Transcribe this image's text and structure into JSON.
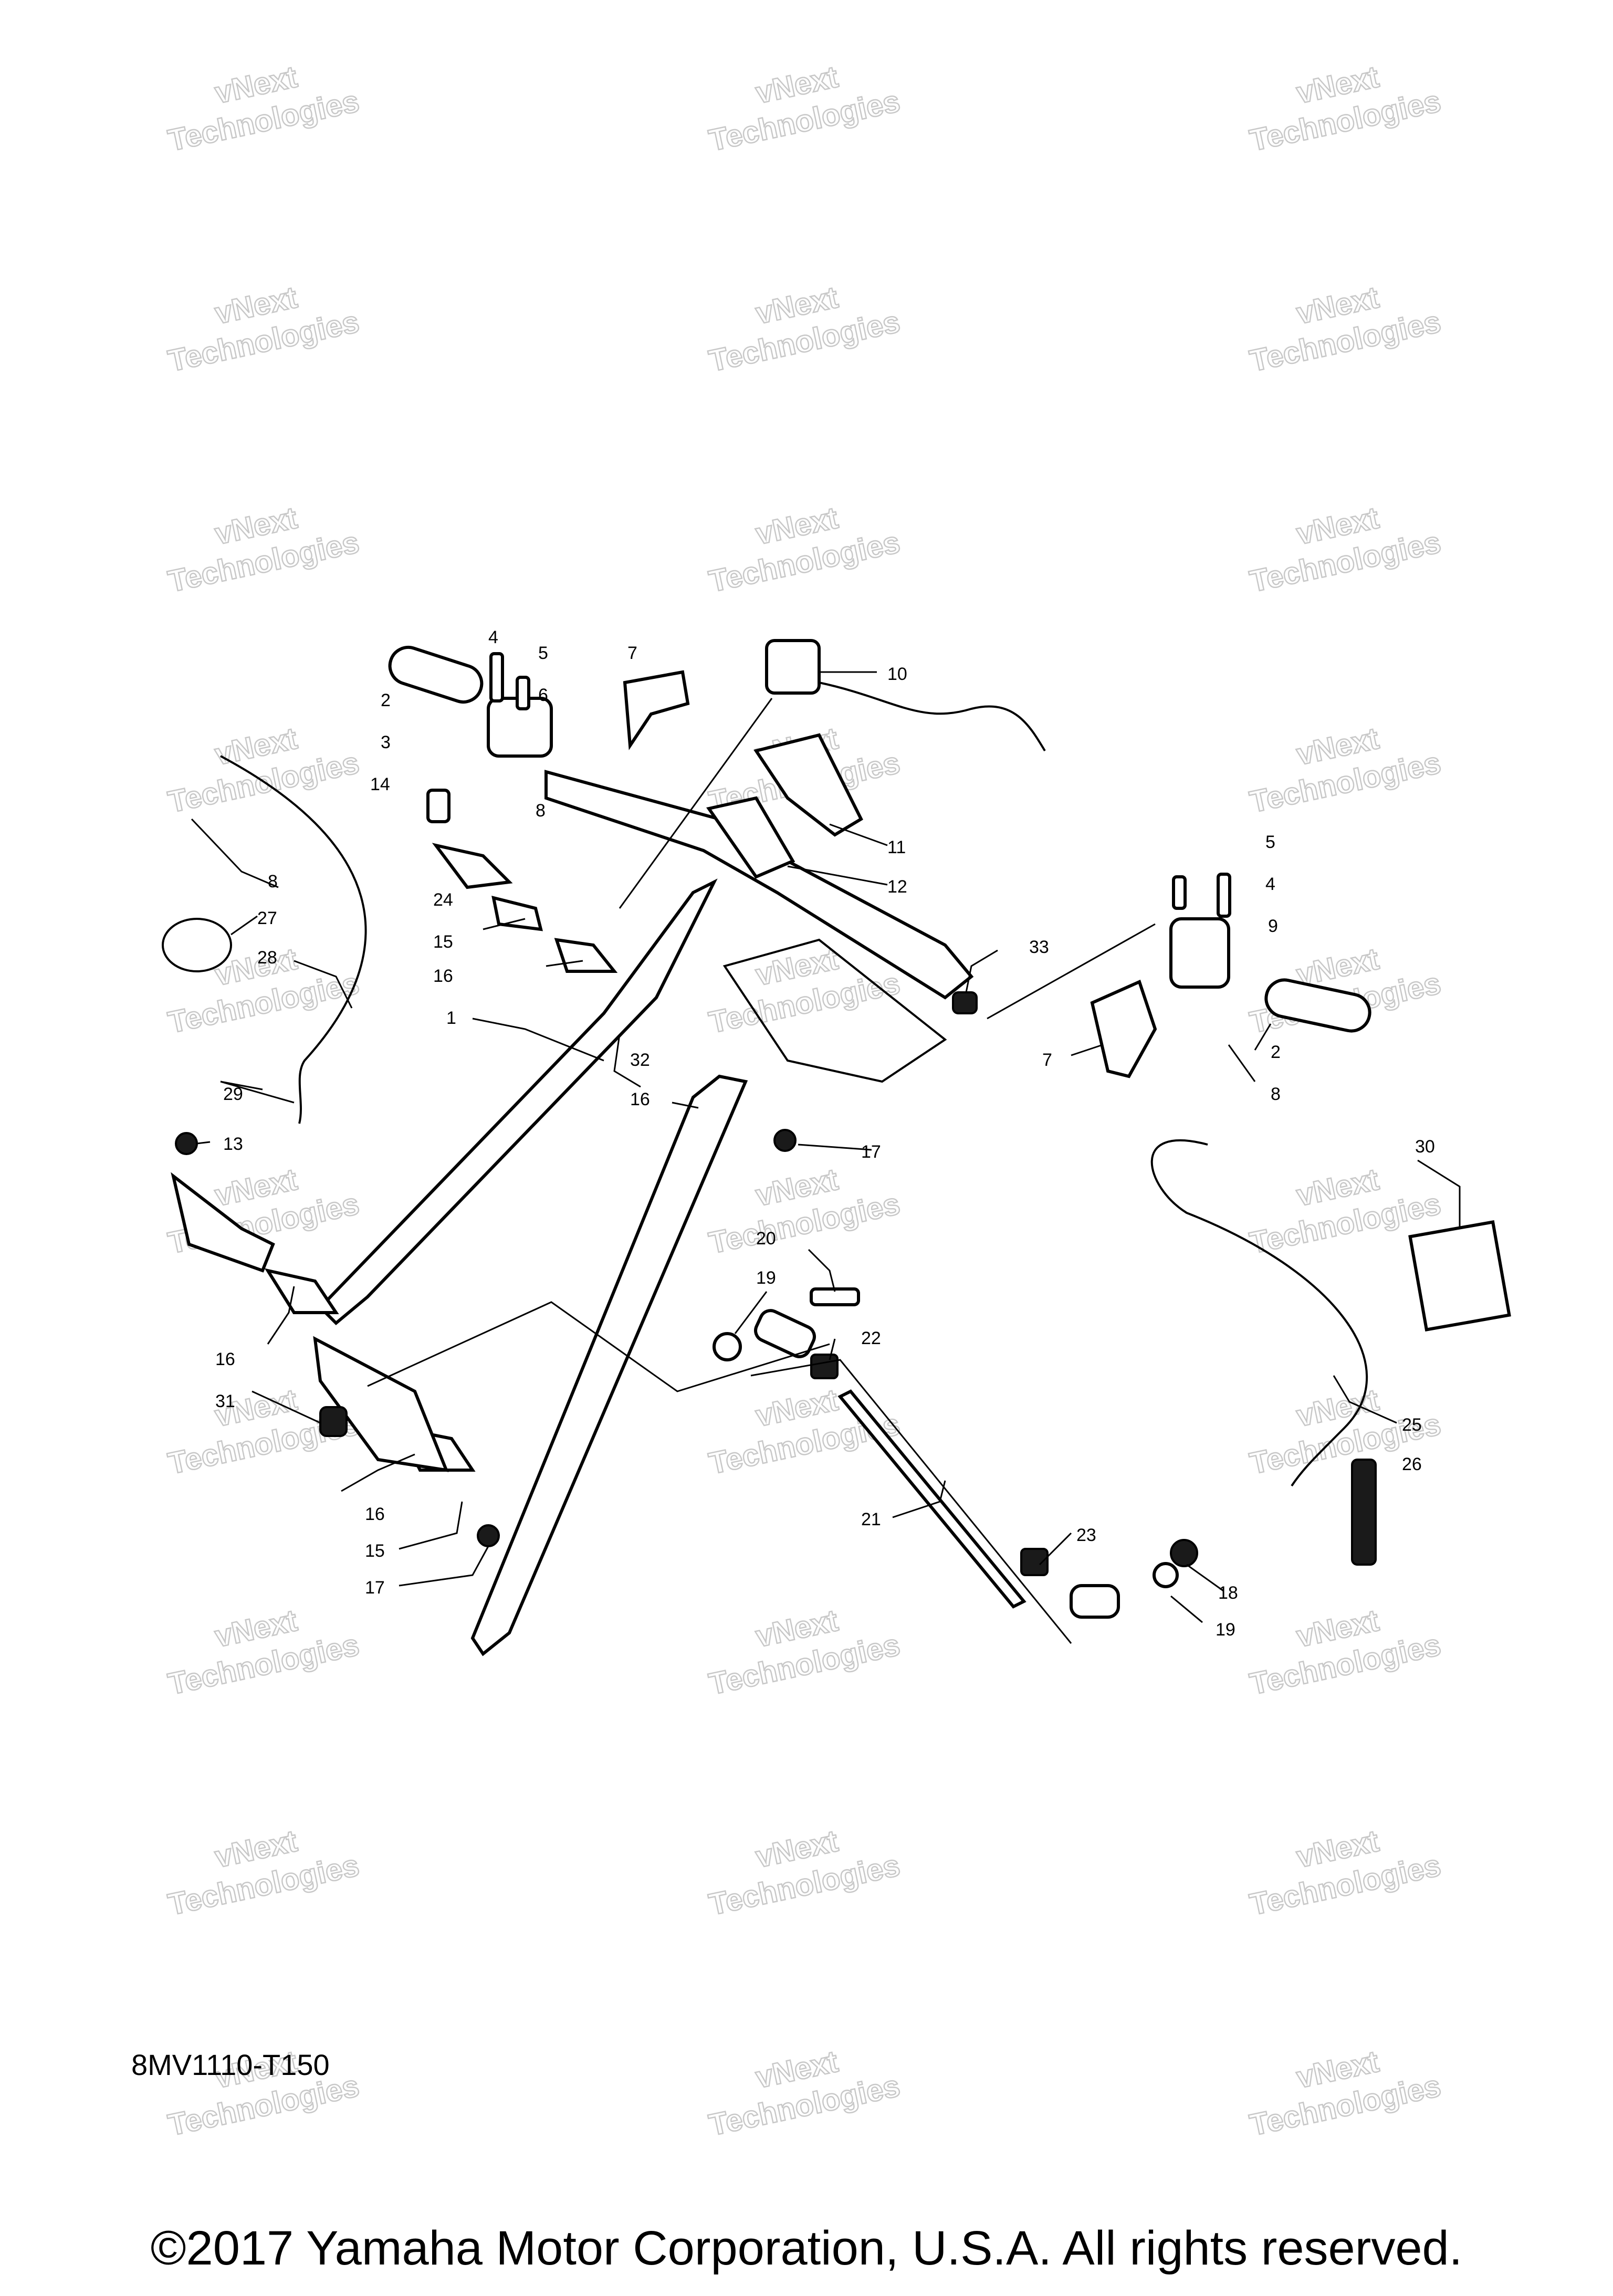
{
  "watermark": {
    "line1": "vNext",
    "line2": "Technologies"
  },
  "diagram_code": "8MV1110-T150",
  "copyright": "©2017 Yamaha Motor Corporation, U.S.A. All rights reserved.",
  "callouts": [
    {
      "id": "c1",
      "text": "1"
    },
    {
      "id": "c2a",
      "text": "2"
    },
    {
      "id": "c2b",
      "text": "2"
    },
    {
      "id": "c3",
      "text": "3"
    },
    {
      "id": "c4a",
      "text": "4"
    },
    {
      "id": "c4b",
      "text": "4"
    },
    {
      "id": "c5a",
      "text": "5"
    },
    {
      "id": "c5b",
      "text": "5"
    },
    {
      "id": "c6",
      "text": "6"
    },
    {
      "id": "c7a",
      "text": "7"
    },
    {
      "id": "c7b",
      "text": "7"
    },
    {
      "id": "c8a",
      "text": "8"
    },
    {
      "id": "c8b",
      "text": "8"
    },
    {
      "id": "c8c",
      "text": "8"
    },
    {
      "id": "c9",
      "text": "9"
    },
    {
      "id": "c10",
      "text": "10"
    },
    {
      "id": "c11",
      "text": "11"
    },
    {
      "id": "c12",
      "text": "12"
    },
    {
      "id": "c13",
      "text": "13"
    },
    {
      "id": "c14",
      "text": "14"
    },
    {
      "id": "c15a",
      "text": "15"
    },
    {
      "id": "c15b",
      "text": "15"
    },
    {
      "id": "c16a",
      "text": "16"
    },
    {
      "id": "c16b",
      "text": "16"
    },
    {
      "id": "c16c",
      "text": "16"
    },
    {
      "id": "c16d",
      "text": "16"
    },
    {
      "id": "c17a",
      "text": "17"
    },
    {
      "id": "c17b",
      "text": "17"
    },
    {
      "id": "c18",
      "text": "18"
    },
    {
      "id": "c19a",
      "text": "19"
    },
    {
      "id": "c19b",
      "text": "19"
    },
    {
      "id": "c20",
      "text": "20"
    },
    {
      "id": "c21",
      "text": "21"
    },
    {
      "id": "c22",
      "text": "22"
    },
    {
      "id": "c23",
      "text": "23"
    },
    {
      "id": "c24",
      "text": "24"
    },
    {
      "id": "c25",
      "text": "25"
    },
    {
      "id": "c26",
      "text": "26"
    },
    {
      "id": "c27",
      "text": "27"
    },
    {
      "id": "c28",
      "text": "28"
    },
    {
      "id": "c29",
      "text": "29"
    },
    {
      "id": "c30",
      "text": "30"
    },
    {
      "id": "c31",
      "text": "31"
    },
    {
      "id": "c32",
      "text": "32"
    },
    {
      "id": "c33",
      "text": "33"
    }
  ]
}
